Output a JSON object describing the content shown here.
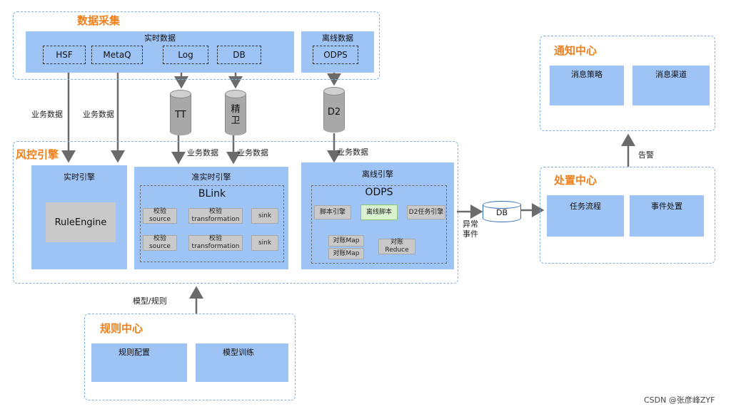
{
  "data_collection": {
    "title": "数据采集",
    "realtime_label": "实时数据",
    "realtime_items": [
      "HSF",
      "MetaQ",
      "Log",
      "DB"
    ],
    "offline_label": "离线数据",
    "offline_items": [
      "ODPS"
    ]
  },
  "middleware": [
    "TT",
    "精卫",
    "D2"
  ],
  "edge_labels": {
    "biz_data": "业务数据",
    "model_rules": "模型/规则",
    "abnormal_event": "异常事件",
    "alert": "告警"
  },
  "risk_engine": {
    "title": "风控引擎",
    "realtime": {
      "label": "实时引擎",
      "inner": "RuleEngine"
    },
    "near_realtime": {
      "label": "准实时引擎",
      "framework": "BLink",
      "rows": [
        {
          "source": "校验\nsource",
          "transform": "校验\ntransformation",
          "sink": "sink"
        },
        {
          "source": "校验\nsource",
          "transform": "校验\ntransformation",
          "sink": "sink"
        }
      ]
    },
    "offline": {
      "label": "离线引擎",
      "framework": "ODPS",
      "script_ref": "脚本引擎",
      "offline_script": "离线脚本",
      "d2_engine": "D2任务引擎",
      "map1": "对账Map",
      "map2": "对账Map",
      "reduce": "对账\nReduce"
    }
  },
  "db_label": "DB",
  "notification_center": {
    "title": "通知中心",
    "items": [
      "消息策略",
      "消息渠道"
    ]
  },
  "disposal_center": {
    "title": "处置中心",
    "items": [
      "任务流程",
      "事件处置"
    ]
  },
  "rule_center": {
    "title": "规则中心",
    "items": [
      "规则配置",
      "模型训练"
    ]
  },
  "watermark": "CSDN @张彦峰ZYF"
}
